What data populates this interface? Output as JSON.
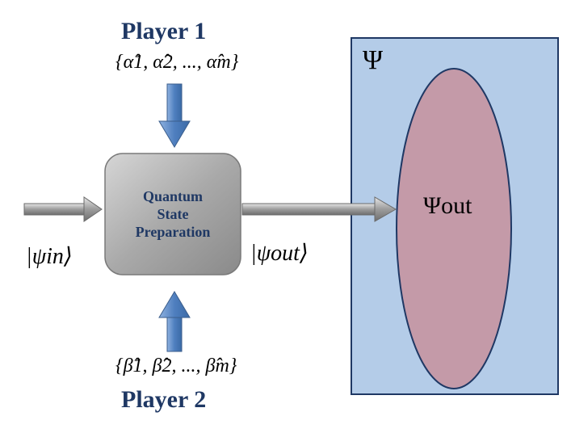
{
  "player1": {
    "title": "Player 1",
    "set": "{α̂1, α̂2, ..., α̂m}"
  },
  "player2": {
    "title": "Player 2",
    "set": "{β̂1, β̂2, ..., β̂m}"
  },
  "box": {
    "line1": "Quantum",
    "line2": "State",
    "line3": "Preparation"
  },
  "input_state": "|ψin⟩",
  "output_state": "|ψout⟩",
  "space_label": "Ψ",
  "subspace_label": "Ψout",
  "colors": {
    "rect_fill": "#b4cce8",
    "rect_stroke": "#1f3864",
    "ellipse_fill": "#c49aa8",
    "ellipse_stroke": "#1f3864",
    "box_fill": "#a8a8a8",
    "vertical_arrow": "#5b86c0",
    "horizontal_arrow": "#9a9a9a"
  }
}
